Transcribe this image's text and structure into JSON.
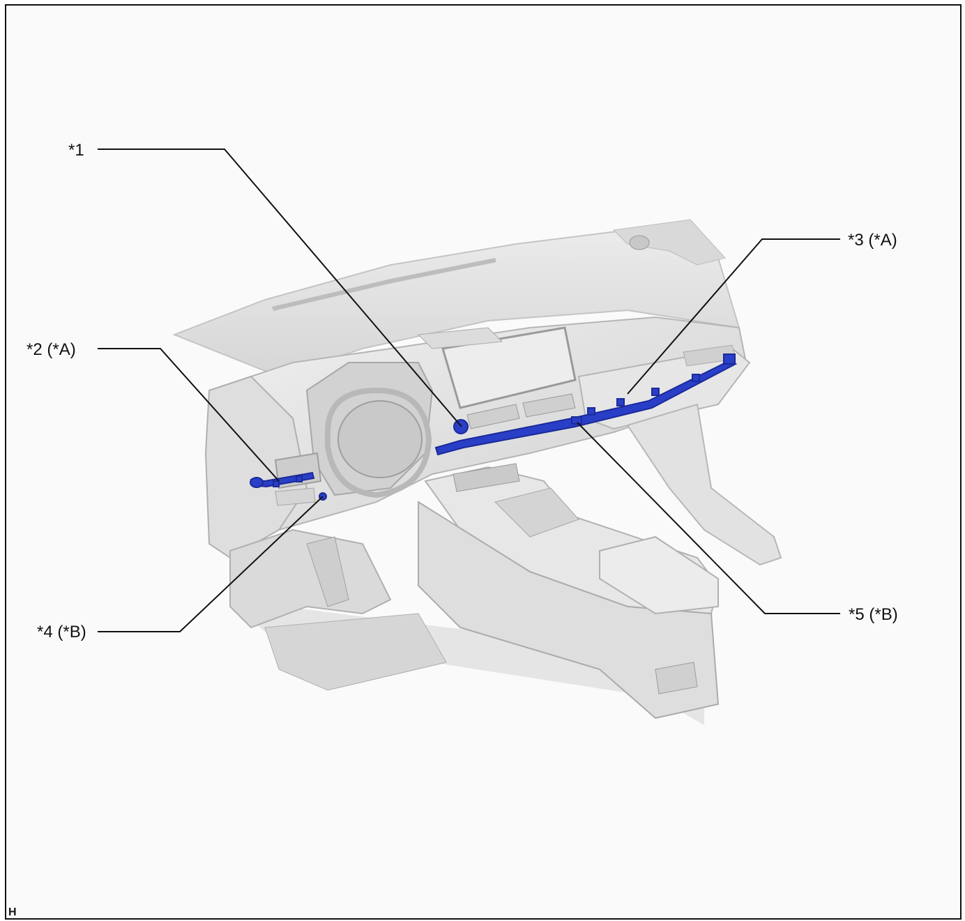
{
  "callouts": {
    "c1": "*1",
    "c2": "*2 (*A)",
    "c3": "*3 (*A)",
    "c4": "*4 (*B)",
    "c5": "*5 (*B)"
  },
  "corner_mark": "H",
  "colors": {
    "highlight": "#2a3fc7",
    "body": "#e4e4e4",
    "outline": "#b8b8b8",
    "leader": "#111111"
  }
}
